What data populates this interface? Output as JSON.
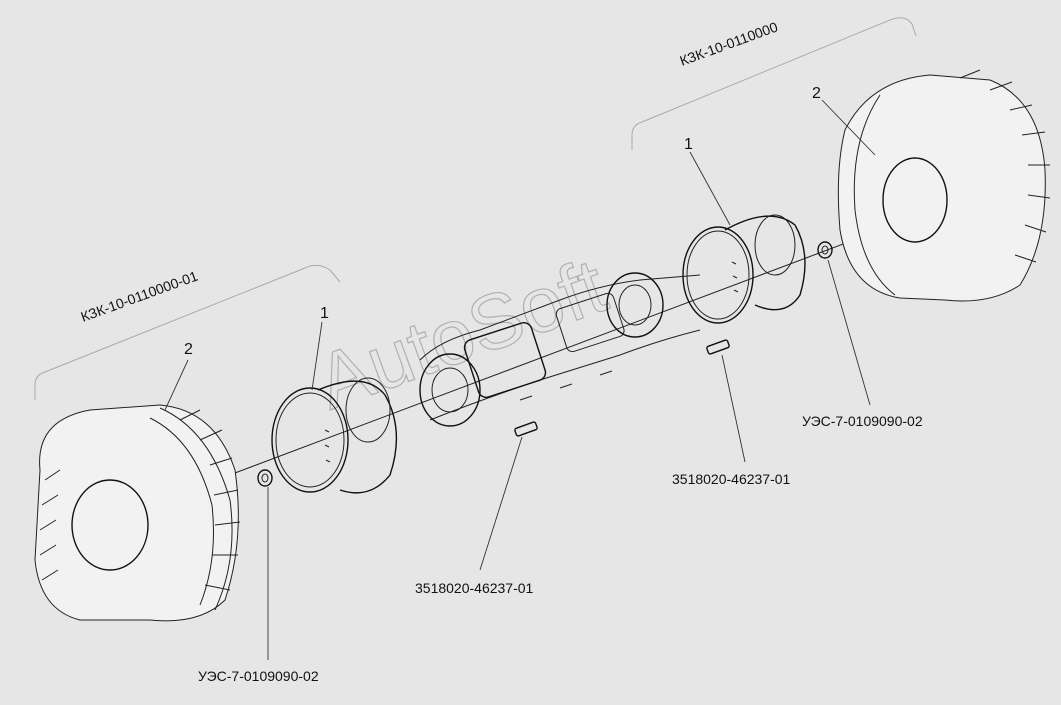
{
  "callouts": {
    "assembly_left": "КЗК-10-0110000-01",
    "assembly_right": "КЗК-10-0110000",
    "left_tire_num": "2",
    "left_rim_num": "1",
    "right_tire_num": "2",
    "right_rim_num": "1",
    "left_nut": "УЭС-7-0109090-02",
    "right_nut": "УЭС-7-0109090-02",
    "left_bolt": "3518020-46237-01",
    "right_bolt": "3518020-46237-01"
  },
  "watermark": "AutoSoft"
}
